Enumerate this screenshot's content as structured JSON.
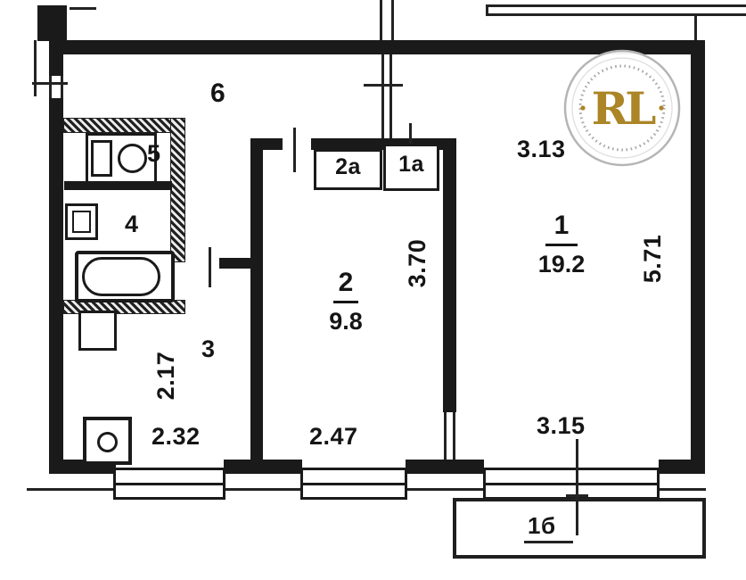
{
  "rooms": {
    "hall6": {
      "label": "6"
    },
    "wc5": {
      "label": "5"
    },
    "bath4": {
      "label": "4"
    },
    "corridor3": {
      "label": "3"
    },
    "room2": {
      "label": "2",
      "area": "9.8"
    },
    "room1": {
      "label": "1",
      "area": "19.2"
    },
    "closet2a": {
      "label": "2а"
    },
    "closet1a": {
      "label": "1а"
    },
    "balcony": {
      "label": "1б"
    }
  },
  "dims": {
    "room1_top": "3.13",
    "room1_right": "5.71",
    "room2_height": "3.70",
    "corridor_height": "2.17",
    "corridor_width": "2.32",
    "room2_width": "2.47",
    "room1_width": "3.15"
  },
  "logo": {
    "letters": "RL"
  },
  "colors": {
    "ink": "#1a1a1a",
    "gold": "#ab8526"
  }
}
